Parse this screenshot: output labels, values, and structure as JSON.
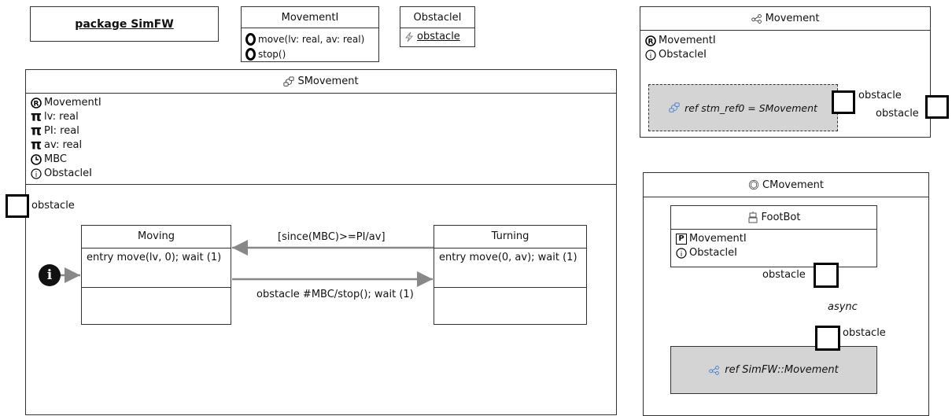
{
  "package_label": "package SimFW",
  "movementi": {
    "title": "MovementI",
    "ops": [
      "move(lv: real, av: real)",
      "stop()"
    ]
  },
  "obstaclei": {
    "title": "ObstacleI",
    "event": "obstacle"
  },
  "smovement": {
    "title": "SMovement",
    "items": [
      "MovementI",
      "lv: real",
      "PI: real",
      "av: real",
      "MBC",
      "ObstacleI"
    ],
    "port_label": "obstacle",
    "states": {
      "moving": {
        "name": "Moving",
        "entry": "entry move(lv, 0); wait (1)"
      },
      "turning": {
        "name": "Turning",
        "entry": "entry move(0, av); wait (1)"
      }
    },
    "transitions": {
      "top": "[since(MBC)>=PI/av]",
      "bottom": "obstacle #MBC/stop(); wait (1)"
    }
  },
  "movement_module": {
    "title": "Movement",
    "items": [
      "MovementI",
      "ObstacleI"
    ],
    "ref": "ref stm_ref0 = SMovement",
    "port_inner": "obstacle",
    "port_outer": "obstacle"
  },
  "cmovement": {
    "title": "CMovement",
    "footbot": {
      "title": "FootBot",
      "items": [
        "MovementI",
        "ObstacleI"
      ]
    },
    "port_top": "obstacle",
    "connector": "async",
    "port_bottom": "obstacle",
    "ref": "ref SimFW::Movement"
  }
}
